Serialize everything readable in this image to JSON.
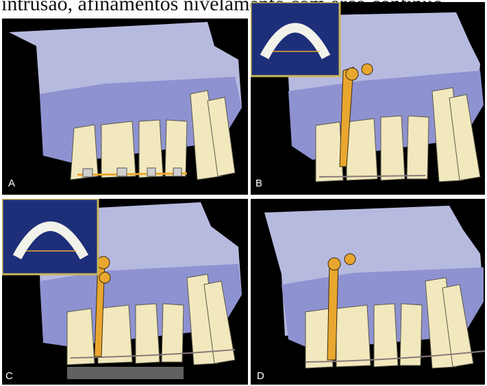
{
  "caption": "intrusão, afinamentos nivelamento com arco contínuo",
  "panels": [
    {
      "id": "A",
      "label": "A",
      "has_inset": false,
      "has_miniscrew": false
    },
    {
      "id": "B",
      "label": "B",
      "has_inset": true,
      "has_miniscrew": true
    },
    {
      "id": "C",
      "label": "C",
      "has_inset": true,
      "has_miniscrew": true
    },
    {
      "id": "D",
      "label": "D",
      "has_inset": false,
      "has_miniscrew": true
    }
  ],
  "colors": {
    "background": "#000000",
    "bone_upper": "#a9acd8",
    "bone_lower": "#8a8ecf",
    "tooth": "#f2e8bd",
    "crown": "#f7f5ec",
    "miniscrew": "#e9a72f",
    "inset_bg": "#1e2f7a",
    "inset_border": "#c9b65a"
  }
}
